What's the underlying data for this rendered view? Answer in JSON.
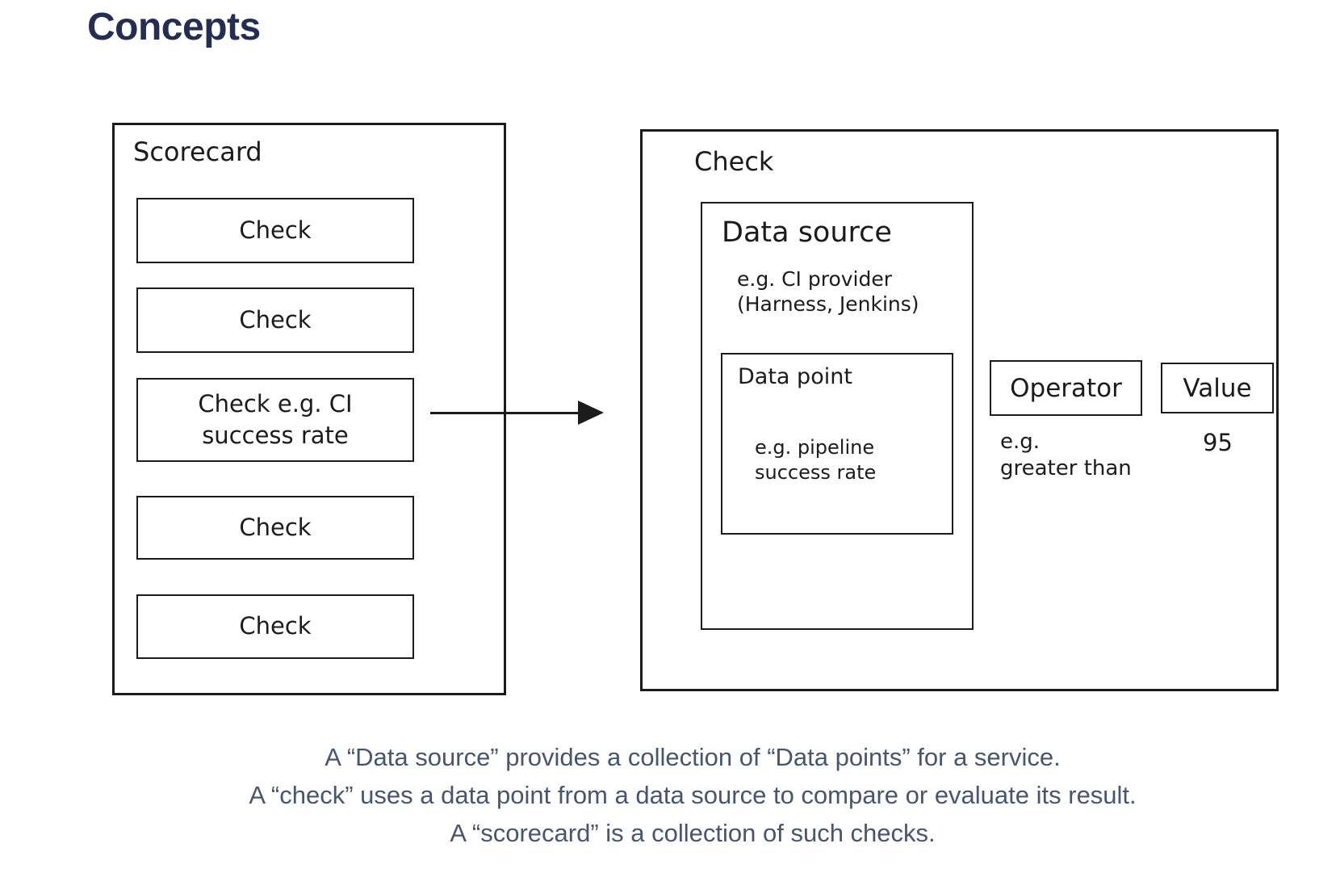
{
  "page": {
    "title": "Concepts"
  },
  "colors": {
    "heading": "#232e52",
    "caption": "#475571",
    "diagram_stroke": "#1b1b1b",
    "background": "#ffffff"
  },
  "diagram": {
    "scorecard": {
      "title": "Scorecard",
      "checks": [
        {
          "label": "Check"
        },
        {
          "label": "Check"
        },
        {
          "label": "Check e.g. CI\nsuccess rate"
        },
        {
          "label": "Check"
        },
        {
          "label": "Check"
        }
      ]
    },
    "arrow": {
      "direction": "right"
    },
    "check_detail": {
      "title": "Check",
      "data_source": {
        "title": "Data source",
        "example": "e.g. CI provider\n(Harness, Jenkins)",
        "data_point": {
          "title": "Data point",
          "example": "e.g. pipeline\nsuccess rate"
        }
      },
      "operator": {
        "label": "Operator",
        "example": "e.g.\ngreater than"
      },
      "value": {
        "label": "Value",
        "example": "95"
      }
    }
  },
  "caption": {
    "lines": [
      "A “Data source” provides a collection of “Data points” for a service.",
      "A “check” uses a data point from a data source to compare or evaluate its result.",
      "A “scorecard” is a collection of such checks."
    ]
  }
}
